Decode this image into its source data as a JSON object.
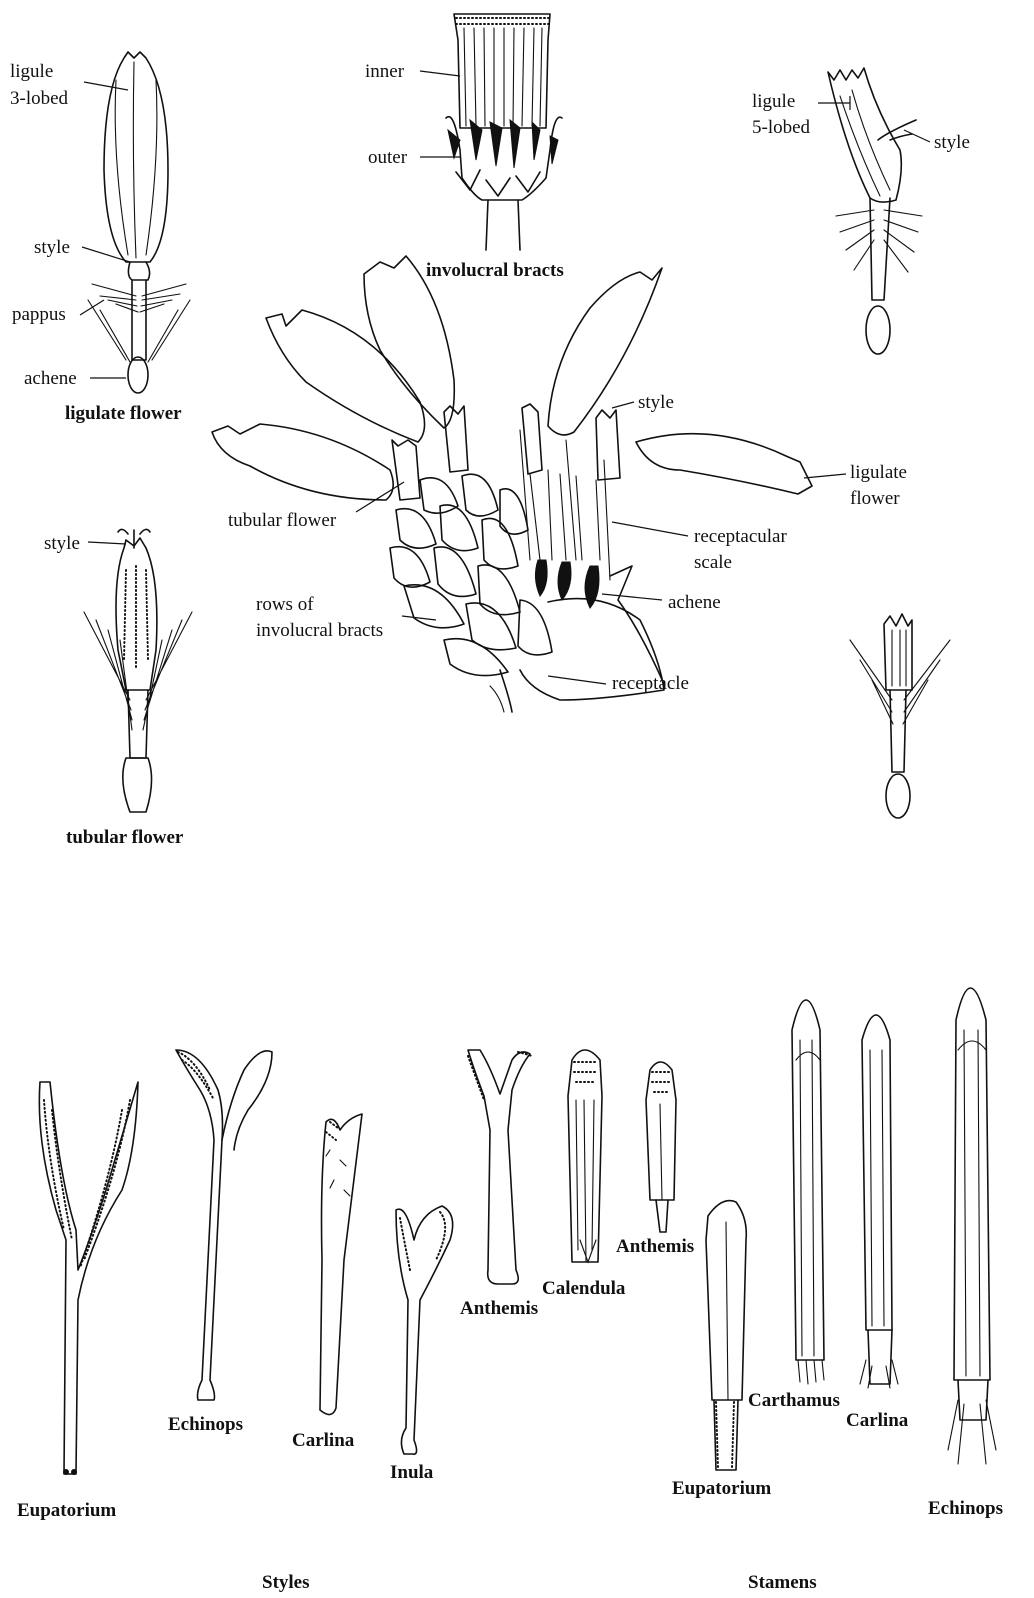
{
  "top_panel": {
    "ligulate_3lobed": {
      "ligule": "ligule",
      "lobes": "3-lobed",
      "style": "style",
      "pappus": "pappus",
      "achene": "achene",
      "caption": "ligulate flower"
    },
    "bracts": {
      "inner": "inner",
      "outer": "outer",
      "caption": "involucral bracts"
    },
    "ligulate_5lobed": {
      "ligule": "ligule",
      "lobes": "5-lobed",
      "style": "style"
    },
    "head": {
      "style": "style",
      "ligulate_flower_1": "ligulate",
      "ligulate_flower_2": "flower",
      "tubular_flower": "tubular flower",
      "receptacular_scale_1": "receptacular",
      "receptacular_scale_2": "scale",
      "achene": "achene",
      "rows_bracts_1": "rows of",
      "rows_bracts_2": "involucral bracts",
      "receptacle": "receptacle"
    },
    "tubular": {
      "style": "style",
      "caption": "tubular flower"
    }
  },
  "styles_panel": {
    "title": "Styles",
    "items": [
      "Eupatorium",
      "Echinops",
      "Carlina",
      "Inula",
      "Anthemis"
    ]
  },
  "stamens_panel": {
    "title": "Stamens",
    "items": [
      "Calendula",
      "Anthemis",
      "Eupatorium",
      "Carthamus",
      "Carlina",
      "Echinops"
    ]
  }
}
